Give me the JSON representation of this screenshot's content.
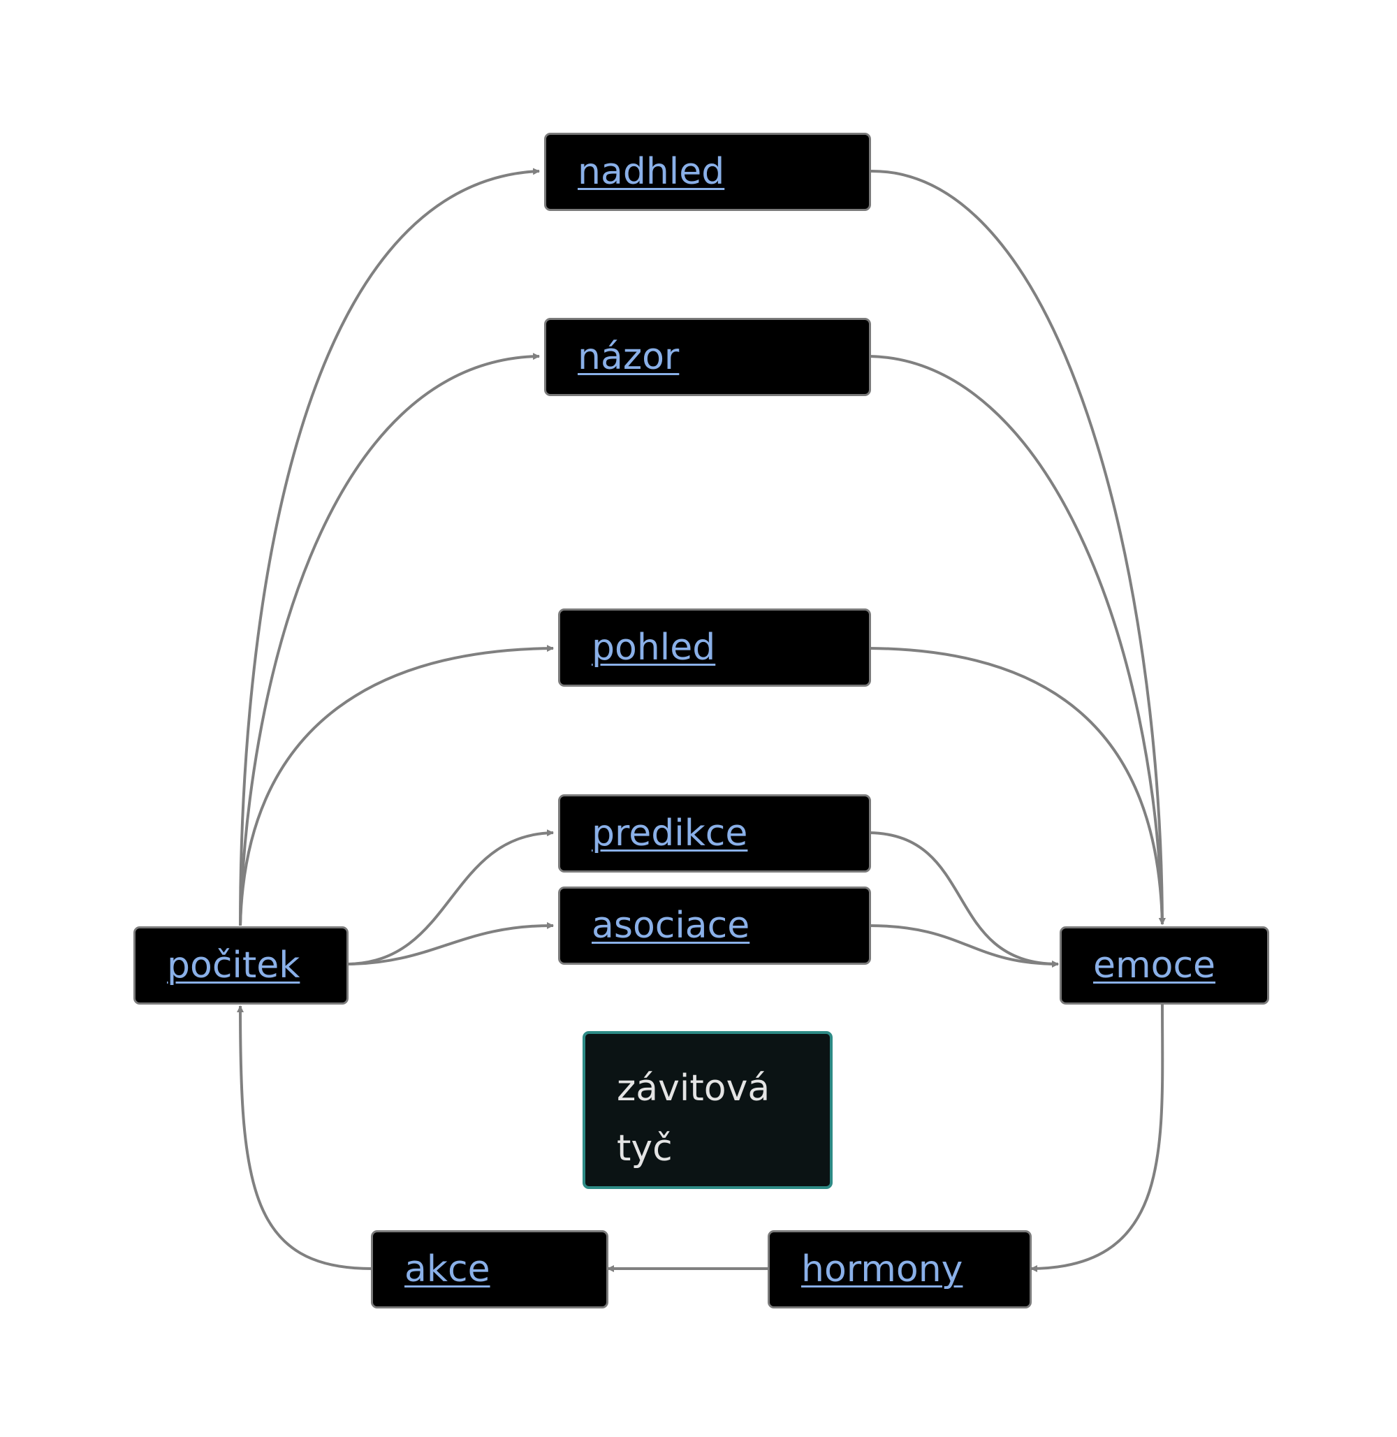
{
  "diagram": {
    "edge_color": "#808080",
    "link_color": "#8ab0e8",
    "node_fill": "#000000",
    "note_border": "#2e8b86",
    "nodes": {
      "pocitek": "počitek",
      "nadhled": "nadhled",
      "nazor": "názor",
      "pohled": "pohled",
      "predikce": "predikce",
      "asociace": "asociace",
      "emoce": "emoce",
      "hormony": "hormony",
      "akce": "akce"
    },
    "note": {
      "line1": "závitová",
      "line2": "tyč"
    },
    "edges": [
      [
        "pocitek",
        "nadhled"
      ],
      [
        "pocitek",
        "nazor"
      ],
      [
        "pocitek",
        "pohled"
      ],
      [
        "pocitek",
        "predikce"
      ],
      [
        "pocitek",
        "asociace"
      ],
      [
        "nadhled",
        "emoce"
      ],
      [
        "nazor",
        "emoce"
      ],
      [
        "pohled",
        "emoce"
      ],
      [
        "predikce",
        "emoce"
      ],
      [
        "asociace",
        "emoce"
      ],
      [
        "emoce",
        "hormony"
      ],
      [
        "hormony",
        "akce"
      ],
      [
        "akce",
        "pocitek"
      ]
    ]
  }
}
